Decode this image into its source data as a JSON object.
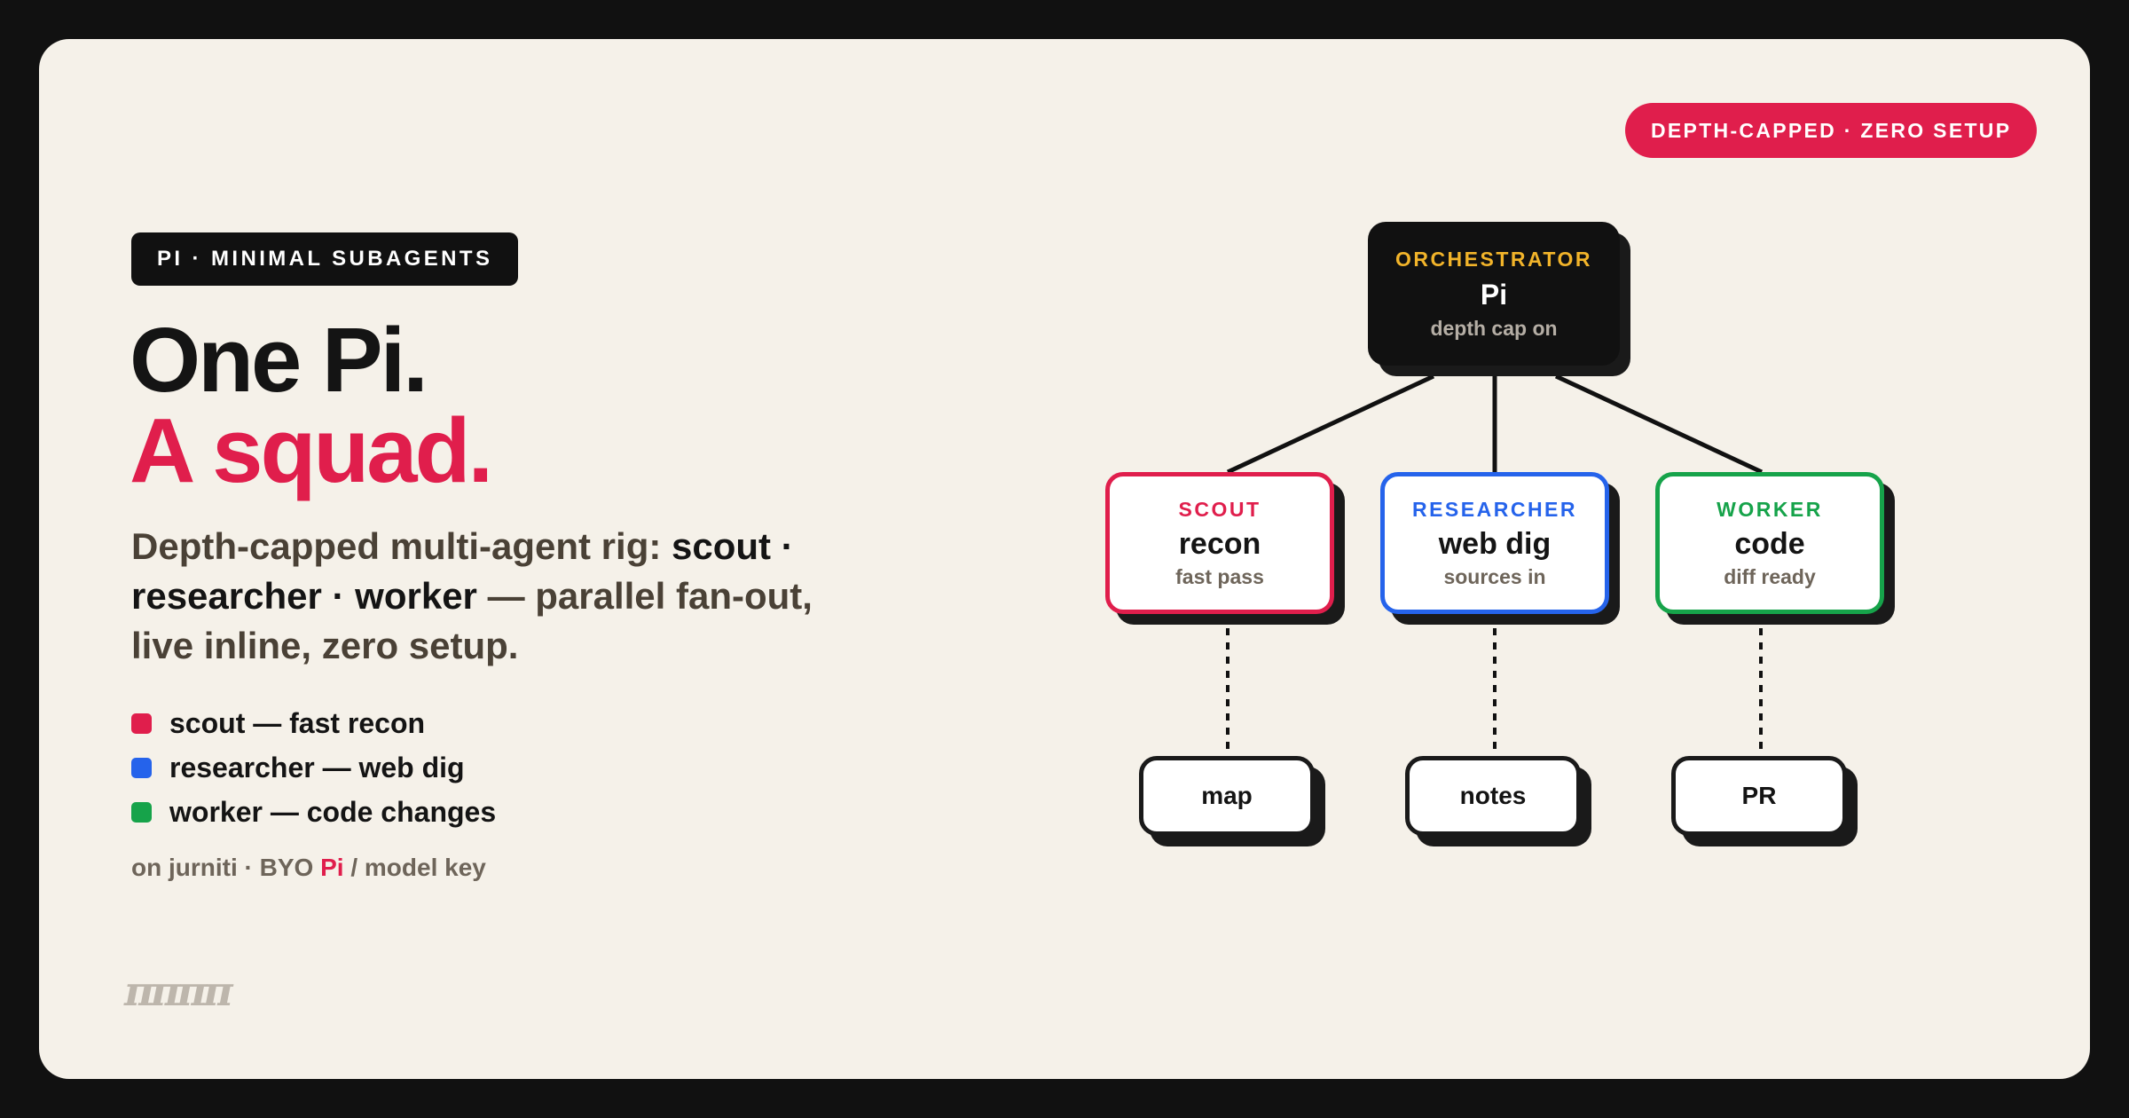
{
  "badge": "DEPTH-CAPPED · ZERO SETUP",
  "pill": "PI · MINIMAL SUBAGENTS",
  "headline": {
    "line1": "One Pi.",
    "line2": "A squad."
  },
  "description": {
    "prefix": "Depth-capped multi-agent rig: ",
    "bold": "scout · researcher · worker",
    "suffix": " — parallel fan-out, live inline, zero setup."
  },
  "legend": [
    {
      "label": "scout — fast recon",
      "color": "#e01e4c"
    },
    {
      "label": "researcher — web dig",
      "color": "#2563eb"
    },
    {
      "label": "worker — code changes",
      "color": "#16a34a"
    }
  ],
  "footnote": {
    "prefix": "on jurniti · BYO ",
    "highlight": "Pi",
    "suffix": " / model key"
  },
  "logo": "ππππ",
  "diagram": {
    "orchestrator": {
      "role": "ORCHESTRATOR",
      "name": "Pi",
      "sub": "depth cap on"
    },
    "agents": [
      {
        "role": "SCOUT",
        "name": "recon",
        "sub": "fast pass",
        "color": "#e01e4c",
        "output": "map"
      },
      {
        "role": "RESEARCHER",
        "name": "web dig",
        "sub": "sources in",
        "color": "#2563eb",
        "output": "notes"
      },
      {
        "role": "WORKER",
        "name": "code",
        "sub": "diff ready",
        "color": "#16a34a",
        "output": "PR"
      }
    ]
  }
}
